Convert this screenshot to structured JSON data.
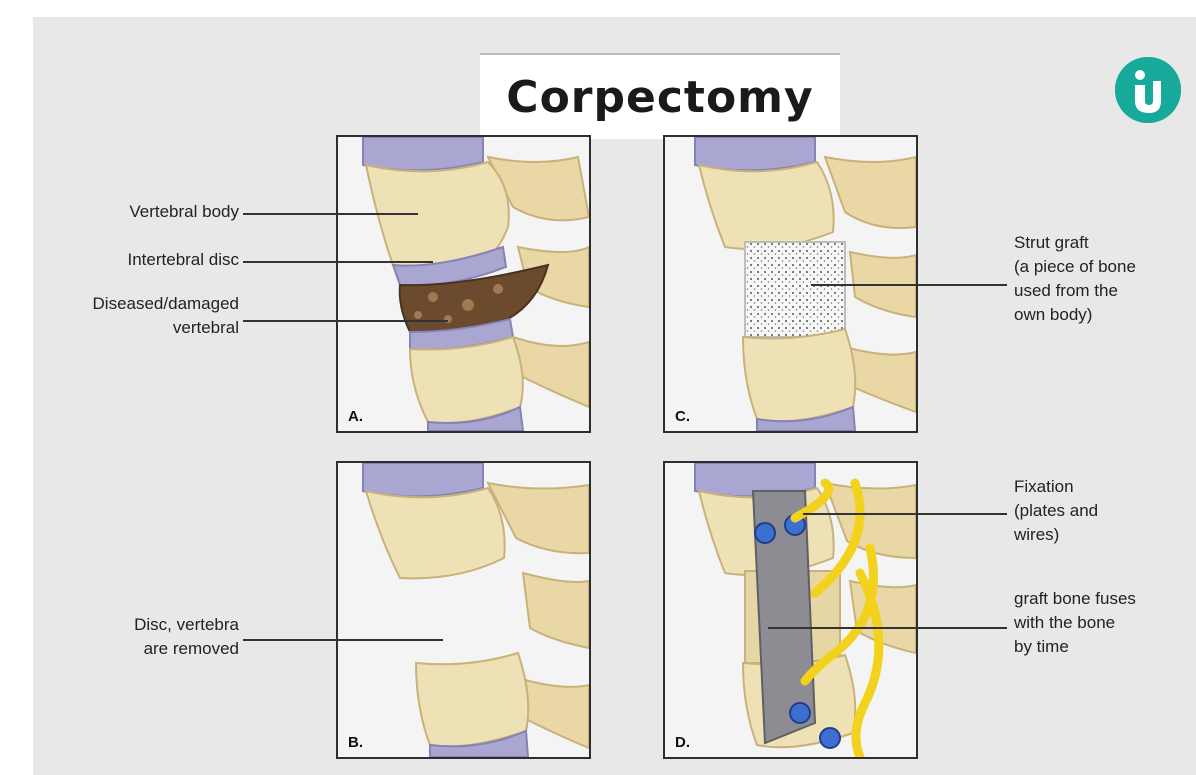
{
  "title": "Corpectomy",
  "logo": {
    "icon": "myupchar-logo-icon",
    "color": "#17a99a"
  },
  "panels": [
    {
      "id": "A",
      "letter": "A."
    },
    {
      "id": "C",
      "letter": "C."
    },
    {
      "id": "B",
      "letter": "B."
    },
    {
      "id": "D",
      "letter": "D."
    }
  ],
  "labels": {
    "vertebral_body": "Vertebral body",
    "intervertebral_disc": "Intertebral disc",
    "diseased_vertebral": "Diseased/damaged\nvertebral",
    "removed": "Disc, vertebra\nare removed",
    "strut_graft": "Strut graft\n(a piece of bone\nused from the\nown body)",
    "fixation": "Fixation\n(plates and\nwires)",
    "graft_fuses": "graft bone fuses\nwith the bone\nby time"
  },
  "colors": {
    "bone": "#efe1b6",
    "bone_shade": "#d6c38c",
    "disc": "#a9a6d2",
    "diseased": "#6b4a2e",
    "plate": "#8c8c92",
    "screw": "#3d6fd0",
    "wire": "#f2d21c"
  }
}
